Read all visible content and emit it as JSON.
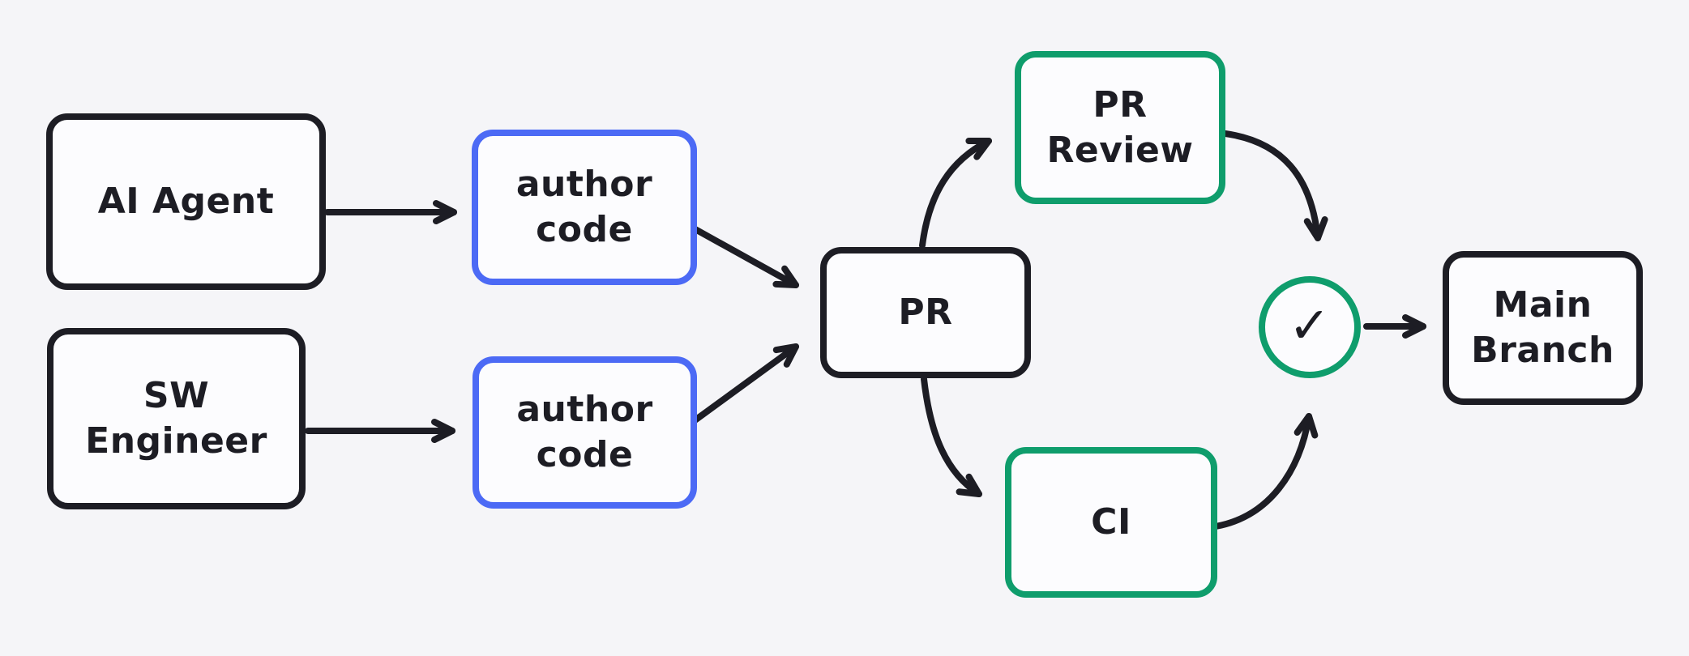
{
  "diagram": {
    "background_color": "#f5f5f8",
    "colors": {
      "stroke_default": "#1d1d24",
      "accent_blue": "#4c6af5",
      "accent_green": "#0f9d6c",
      "node_fill": "#fcfcfe"
    },
    "nodes": {
      "ai_agent": {
        "lines": [
          "AI Agent"
        ],
        "border": "black"
      },
      "sw_engineer": {
        "lines": [
          "SW",
          "Engineer"
        ],
        "border": "black"
      },
      "author_code_top": {
        "lines": [
          "author",
          "code"
        ],
        "border": "blue"
      },
      "author_code_bottom": {
        "lines": [
          "author",
          "code"
        ],
        "border": "blue"
      },
      "pr": {
        "lines": [
          "PR"
        ],
        "border": "black"
      },
      "pr_review": {
        "lines": [
          "PR",
          "Review"
        ],
        "border": "green"
      },
      "ci": {
        "lines": [
          "CI"
        ],
        "border": "green"
      },
      "approval_check": {
        "symbol": "✓",
        "border": "green"
      },
      "main_branch": {
        "lines": [
          "Main",
          "Branch"
        ],
        "border": "black"
      }
    },
    "edges": [
      {
        "from": "ai_agent",
        "to": "author_code_top"
      },
      {
        "from": "sw_engineer",
        "to": "author_code_bottom"
      },
      {
        "from": "author_code_top",
        "to": "pr"
      },
      {
        "from": "author_code_bottom",
        "to": "pr"
      },
      {
        "from": "pr",
        "to": "pr_review"
      },
      {
        "from": "pr",
        "to": "ci"
      },
      {
        "from": "pr_review",
        "to": "approval_check"
      },
      {
        "from": "ci",
        "to": "approval_check"
      },
      {
        "from": "approval_check",
        "to": "main_branch"
      }
    ]
  }
}
